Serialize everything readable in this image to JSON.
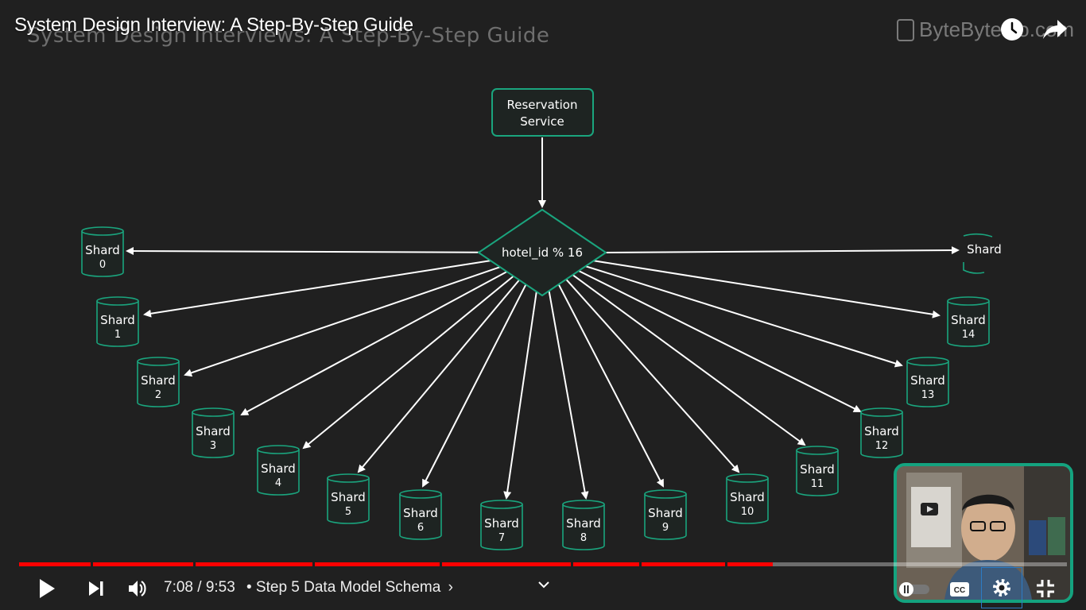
{
  "video": {
    "title": "System Design Interview: A Step-By-Step Guide"
  },
  "slide": {
    "title": "System Design Interviews: A Step-By-Step Guide",
    "brand": "ByteByteGo.com"
  },
  "diagram": {
    "service_line1": "Reservation",
    "service_line2": "Service",
    "router_label": "hotel_id % 16",
    "shard_word": "Shard",
    "shard_numbers": [
      "0",
      "1",
      "2",
      "3",
      "4",
      "5",
      "6",
      "7",
      "8",
      "9",
      "10",
      "11",
      "12",
      "13",
      "14"
    ],
    "last_shard_label": "Shard"
  },
  "player": {
    "time": "7:08 / 9:53",
    "chapter": "• Step 5 Data Model Schema",
    "progress_fraction": 0.7195,
    "accent_color": "#ff0000",
    "icons": [
      "play-icon",
      "next-icon",
      "volume-icon",
      "chevron-down-icon",
      "autoplay-toggle",
      "captions-icon",
      "settings-icon",
      "exit-fullscreen-icon",
      "watch-later-icon",
      "share-icon"
    ]
  },
  "colors": {
    "diagram_green": "#1aa57e",
    "background": "#202020"
  }
}
